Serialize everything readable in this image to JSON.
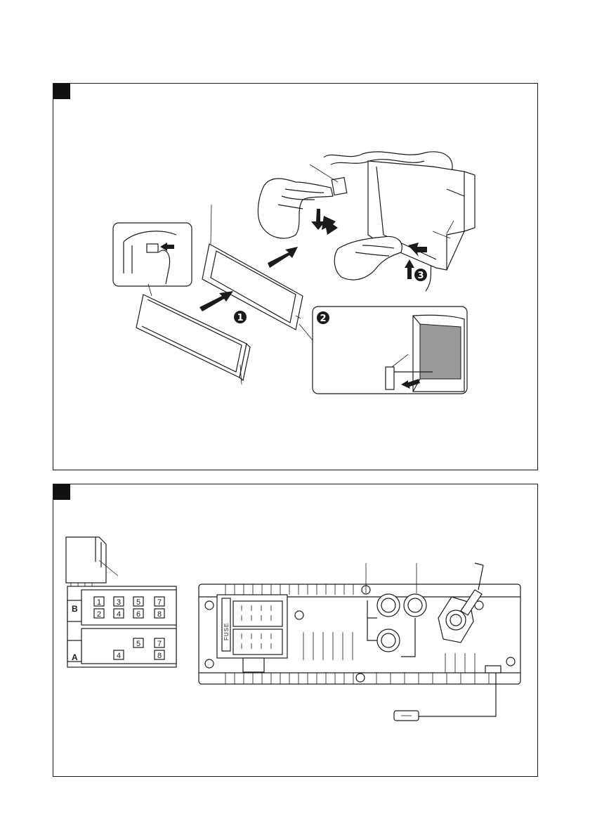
{
  "panel1": {
    "steps": [
      "1",
      "2",
      "3"
    ]
  },
  "panel2": {
    "connector": {
      "row_b_label": "B",
      "row_a_label": "A",
      "row_b_pins_top": [
        "1",
        "3",
        "5",
        "7"
      ],
      "row_b_pins_bottom": [
        "2",
        "4",
        "6",
        "8"
      ],
      "row_a_pins_top": [
        "5",
        "7"
      ],
      "row_a_pins_bottom": [
        "4",
        "8"
      ]
    },
    "fuse_label": "FUSE"
  },
  "colors": {
    "ink": "#1a1a1a",
    "tab": "#111111",
    "screen": "#9a9a9a"
  }
}
